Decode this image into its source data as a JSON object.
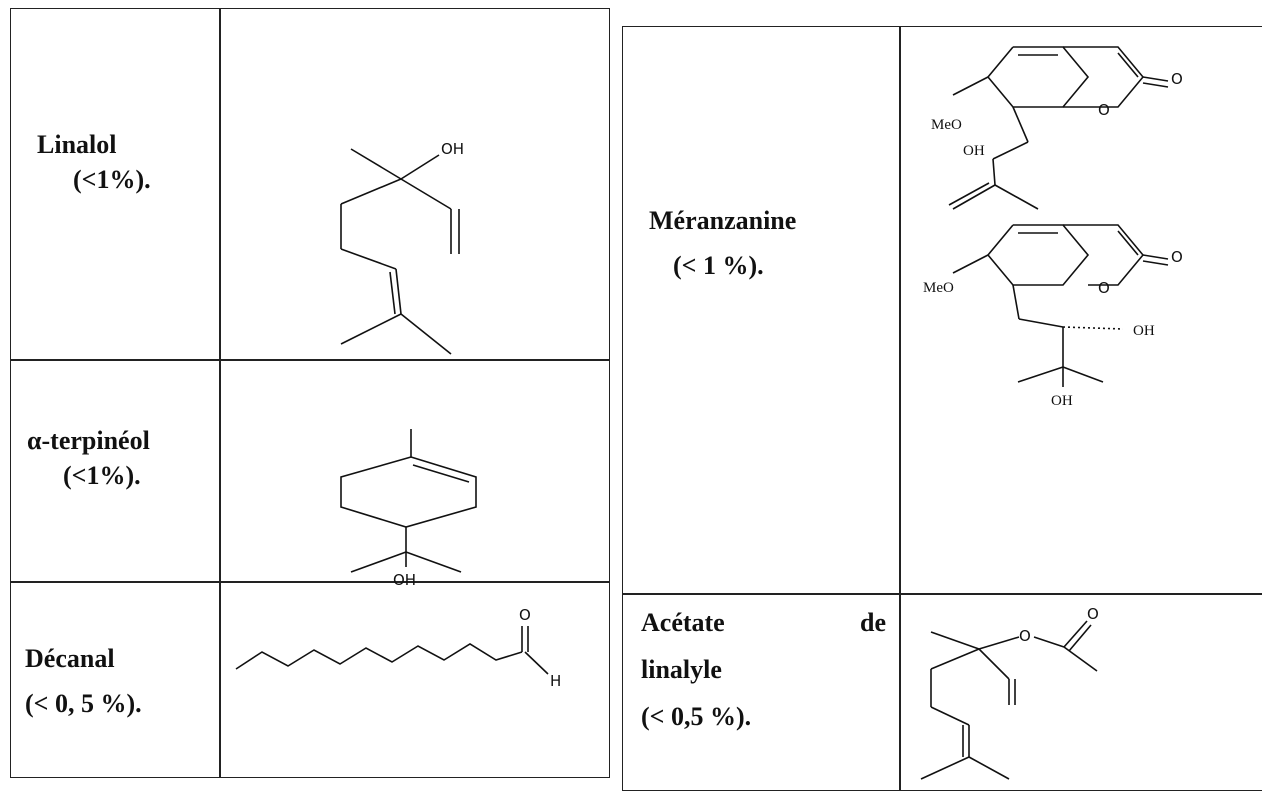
{
  "left_table": {
    "rows": [
      {
        "name": "Linalol",
        "percent": "(<1%).",
        "structure": "linalol-structure",
        "labels": {
          "oh": "OH"
        }
      },
      {
        "name": "α-terpinéol",
        "percent": "(<1%).",
        "structure": "alpha-terpineol-structure",
        "labels": {
          "oh": "OH"
        }
      },
      {
        "name": "Décanal",
        "percent": "(< 0, 5 %).",
        "structure": "decanal-structure",
        "labels": {
          "o": "O",
          "h": "H"
        }
      }
    ]
  },
  "right_table": {
    "rows": [
      {
        "name": "Méranzanine",
        "percent": "(< 1 %).",
        "structure": "meranzanine-structures",
        "labels": {
          "meo": "MeO",
          "oh": "OH",
          "o": "O",
          "ring_o": "O"
        }
      },
      {
        "name_part1": "Acétate",
        "name_part2": "de",
        "name_part3": "linalyle",
        "percent": "(< 0,5 %).",
        "structure": "linalyl-acetate-structure",
        "labels": {
          "o": "O",
          "ester_o": "O"
        }
      }
    ]
  }
}
